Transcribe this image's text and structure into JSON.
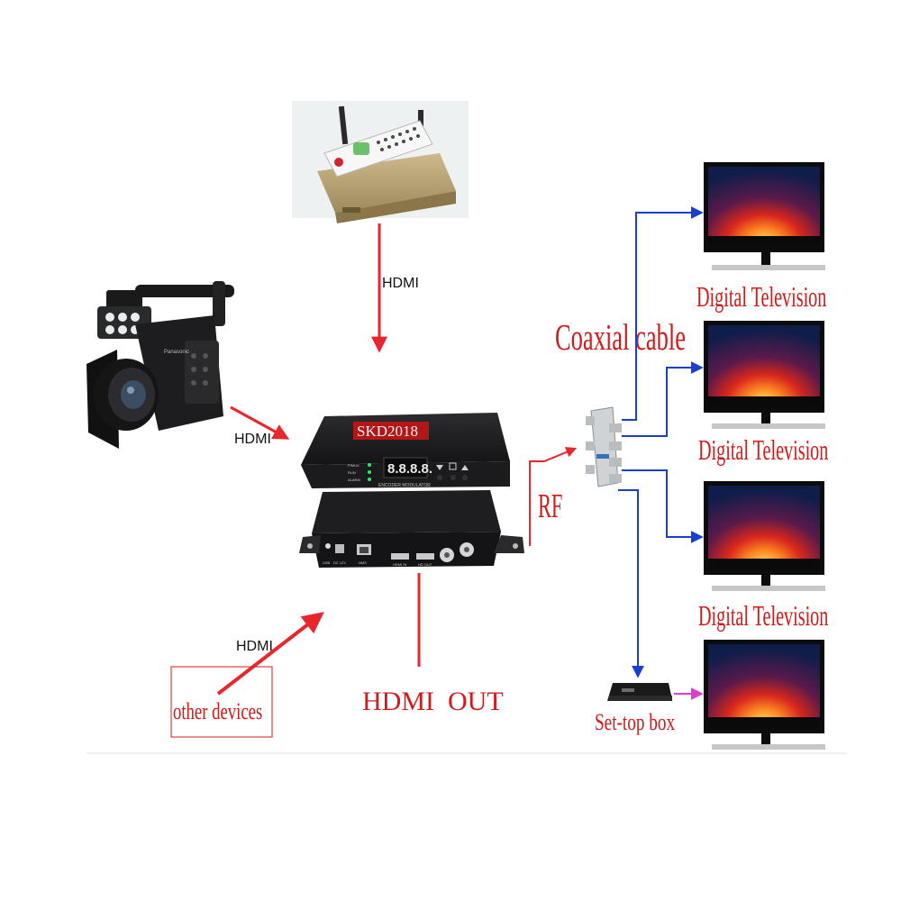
{
  "encoder": {
    "model_label": "SKD2018",
    "display_digits": "8.8.8.8.",
    "indicator_labels": [
      "P/MUX",
      "RUN",
      "ALARM"
    ],
    "front_caption": "ENCODER MODULATOR",
    "rear_port_labels": [
      "USB",
      "DC 12V",
      "NMS",
      "HDMI IN",
      "HD OUT"
    ]
  },
  "camera": {
    "brand_text": "Panasonic"
  },
  "labels": {
    "hdmi_top": "HDMI",
    "hdmi_camera": "HDMI",
    "hdmi_other": "HDMI",
    "other_devices": "other devices",
    "hdmi_out": "HDMI  OUT",
    "rf": "RF",
    "coaxial_cable": "Coaxial cable",
    "set_top_box": "Set-top box"
  },
  "televisions": [
    {
      "label": "Digital Television"
    },
    {
      "label": "Digital Television"
    },
    {
      "label": "Digital Television"
    },
    {
      "label": ""
    }
  ],
  "colors": {
    "arrow_red": "#e8262b",
    "arrow_blue": "#1a3fcf",
    "arrow_magenta": "#e23ad0",
    "label_red": "#d11a1a",
    "device_dark": "#1c1c1e",
    "tv_frame": "#0c0c0c"
  }
}
